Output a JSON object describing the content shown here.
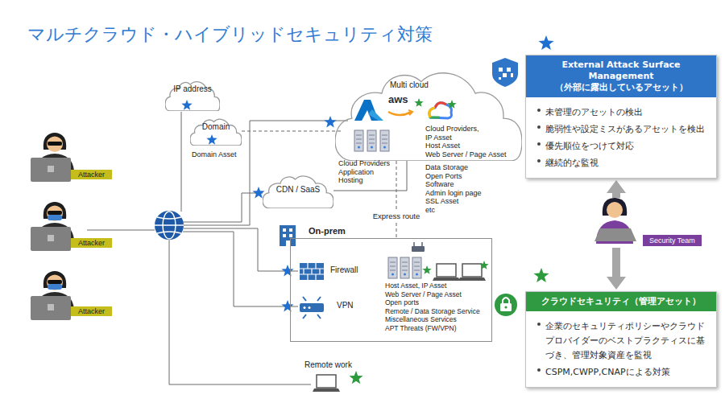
{
  "diagram": {
    "title": "マルチクラウド・ハイブリッドセキュリティ対策",
    "nodes": [
      {
        "text": [
          "IP address"
        ]
      },
      {
        "text": [
          "Domain",
          "Domain Asset"
        ]
      },
      {
        "text": [
          "Multi cloud"
        ]
      },
      {
        "text": [
          "CDN / SaaS"
        ]
      },
      {
        "text": [
          "On-prem"
        ]
      },
      {
        "text": [
          "Firewall"
        ],
        "in": 4
      },
      {
        "text": [
          "VPN"
        ],
        "in": 4
      },
      {
        "text": [
          "Remote work"
        ]
      },
      {
        "text": [
          "Attacker"
        ]
      },
      {
        "text": [
          "Attacker"
        ]
      },
      {
        "text": [
          "Attacker"
        ]
      },
      {
        "text": [
          "External Attack Surface Management",
          "（外部に露出しているアセット）",
          "未管理のアセットの検出",
          "脆弱性や設定ミスがあるアセットを検出",
          "優先順位をつけて対応",
          "継続的な監視"
        ]
      },
      {
        "text": [
          "Security Team"
        ]
      },
      {
        "text": [
          "クラウドセキュリティ（管理アセット）",
          "企業のセキュリティポリシーやクラウドプロバイダーのベストプラクティスに基づき、管理対象資産を監視",
          "CSPM,CWPP,CNAPによる対策"
        ]
      }
    ],
    "edges": [
      {
        "from": 1,
        "to": 2,
        "arrow": "none"
      },
      {
        "from": 3,
        "to": 2,
        "arrow": "none"
      },
      {
        "from": 2,
        "to": 4,
        "label": "Express route",
        "arrow": "none"
      },
      {
        "from": 12,
        "to": 11,
        "arrow": "to"
      },
      {
        "from": 12,
        "to": 13,
        "arrow": "to"
      }
    ],
    "labels": [
      "aws",
      "Cloud Providers,",
      "IP Asset",
      "Host Asset",
      "Web Server / Page Asset",
      "Data Storage",
      "Open Ports",
      "Software",
      "Admin login page",
      "SSL Asset",
      "etc",
      "Cloud Providers",
      "Application",
      "Hosting",
      "Host Asset, IP Asset",
      "Web Server / Page Asset",
      "Open ports",
      "Remote / Data Storage Service",
      "Miscellaneous Services",
      "APT Threats (FW/VPN)"
    ]
  }
}
